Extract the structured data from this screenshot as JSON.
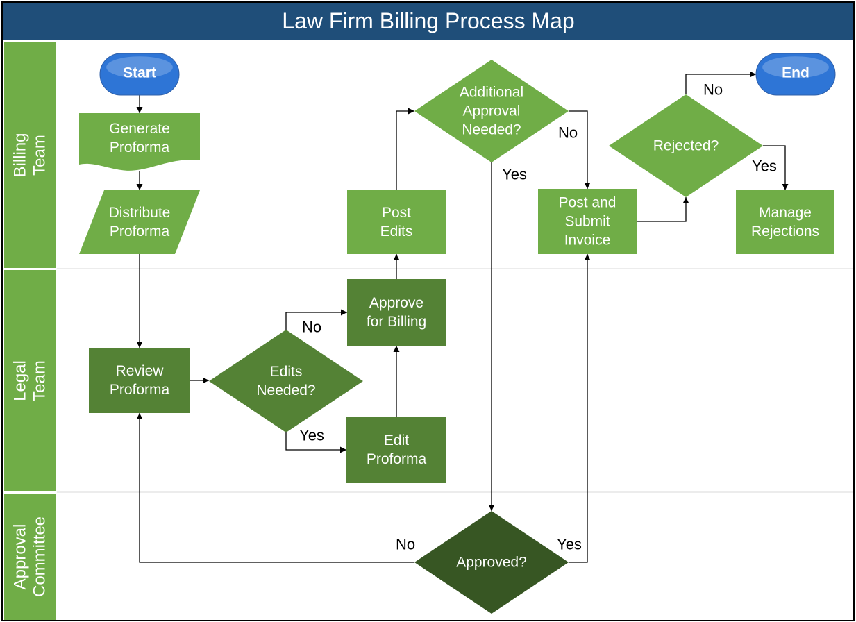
{
  "title": "Law Firm Billing Process Map",
  "colors": {
    "title_bar": "#1F4E79",
    "lane_label": "#70AD47",
    "node_light": "#70AD47",
    "node_mid": "#548235",
    "node_dark": "#375623",
    "terminal": "#2E75D6",
    "divider": "#D9D9D9"
  },
  "lanes": [
    {
      "id": "billing",
      "label_lines": [
        "Billing",
        "Team"
      ]
    },
    {
      "id": "legal",
      "label_lines": [
        "Legal",
        "Team"
      ]
    },
    {
      "id": "committee",
      "label_lines": [
        "Approval",
        "Committee"
      ]
    }
  ],
  "nodes": [
    {
      "id": "start",
      "shape": "terminator",
      "lines": [
        "Start"
      ],
      "color": "terminal"
    },
    {
      "id": "generate",
      "shape": "document",
      "lines": [
        "Generate",
        "Proforma"
      ],
      "color": "node_light"
    },
    {
      "id": "distribute",
      "shape": "parallelogram",
      "lines": [
        "Distribute",
        "Proforma"
      ],
      "color": "node_light"
    },
    {
      "id": "review",
      "shape": "process",
      "lines": [
        "Review",
        "Proforma"
      ],
      "color": "node_mid"
    },
    {
      "id": "edits_needed",
      "shape": "decision",
      "lines": [
        "Edits",
        "Needed?"
      ],
      "color": "node_mid"
    },
    {
      "id": "approve_billing",
      "shape": "process",
      "lines": [
        "Approve",
        "for Billing"
      ],
      "color": "node_mid"
    },
    {
      "id": "edit",
      "shape": "process",
      "lines": [
        "Edit",
        "Proforma"
      ],
      "color": "node_mid"
    },
    {
      "id": "post_edits",
      "shape": "process",
      "lines": [
        "Post",
        "Edits"
      ],
      "color": "node_light"
    },
    {
      "id": "additional",
      "shape": "decision",
      "lines": [
        "Additional",
        "Approval",
        "Needed?"
      ],
      "color": "node_light"
    },
    {
      "id": "approved",
      "shape": "decision",
      "lines": [
        "Approved?"
      ],
      "color": "node_dark"
    },
    {
      "id": "post_submit",
      "shape": "process",
      "lines": [
        "Post and",
        "Submit",
        "Invoice"
      ],
      "color": "node_light"
    },
    {
      "id": "rejected",
      "shape": "decision",
      "lines": [
        "Rejected?"
      ],
      "color": "node_light"
    },
    {
      "id": "end",
      "shape": "terminator",
      "lines": [
        "End"
      ],
      "color": "terminal"
    },
    {
      "id": "manage",
      "shape": "process",
      "lines": [
        "Manage",
        "Rejections"
      ],
      "color": "node_light"
    }
  ],
  "edges": [
    {
      "id": "e1",
      "from": "start",
      "to": "generate",
      "label": ""
    },
    {
      "id": "e2",
      "from": "generate",
      "to": "distribute",
      "label": ""
    },
    {
      "id": "e3",
      "from": "distribute",
      "to": "review",
      "label": ""
    },
    {
      "id": "e4",
      "from": "review",
      "to": "edits_needed",
      "label": ""
    },
    {
      "id": "e5",
      "from": "edits_needed",
      "to": "approve_billing",
      "label": "No"
    },
    {
      "id": "e6",
      "from": "edits_needed",
      "to": "edit",
      "label": "Yes"
    },
    {
      "id": "e7",
      "from": "edit",
      "to": "approve_billing",
      "label": ""
    },
    {
      "id": "e8",
      "from": "approve_billing",
      "to": "post_edits",
      "label": ""
    },
    {
      "id": "e9",
      "from": "post_edits",
      "to": "additional",
      "label": ""
    },
    {
      "id": "e10",
      "from": "additional",
      "to": "post_submit",
      "label": "No"
    },
    {
      "id": "e11",
      "from": "additional",
      "to": "approved",
      "label": "Yes"
    },
    {
      "id": "e12",
      "from": "approved",
      "to": "review",
      "label": "No"
    },
    {
      "id": "e13",
      "from": "approved",
      "to": "post_submit",
      "label": "Yes"
    },
    {
      "id": "e14",
      "from": "post_submit",
      "to": "rejected",
      "label": ""
    },
    {
      "id": "e15",
      "from": "rejected",
      "to": "end",
      "label": "No"
    },
    {
      "id": "e16",
      "from": "rejected",
      "to": "manage",
      "label": "Yes"
    }
  ]
}
